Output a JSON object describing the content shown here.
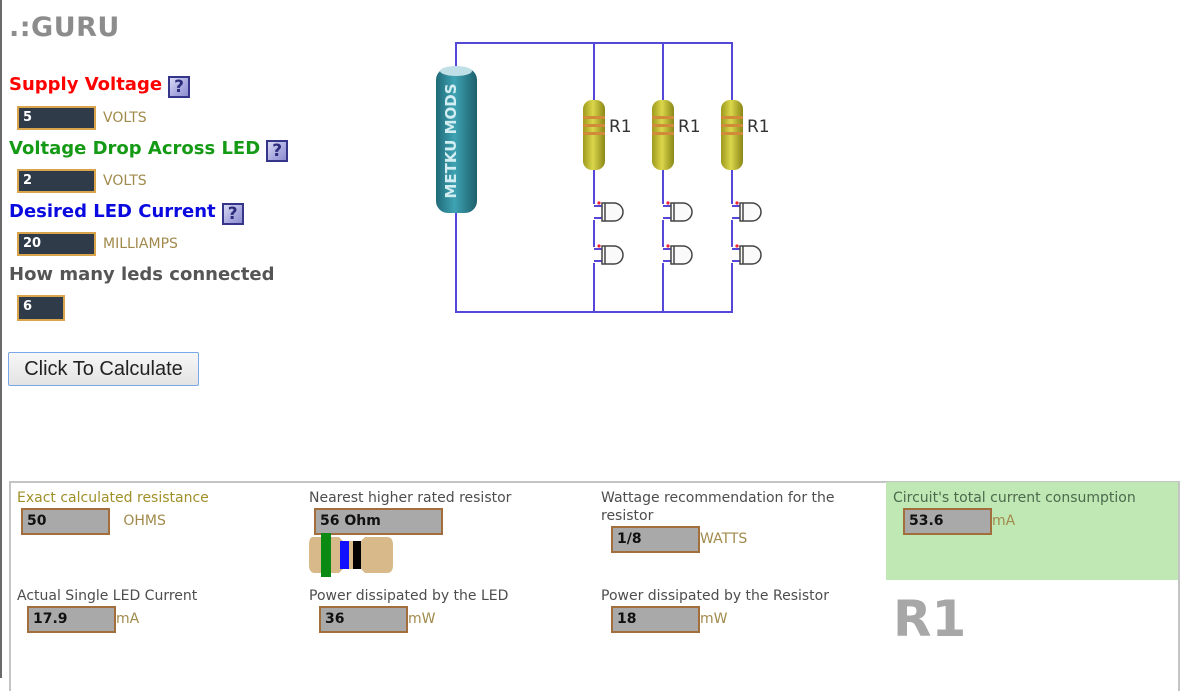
{
  "logo": ".:GURU",
  "inputs": {
    "supply_voltage": {
      "label": "Supply Voltage",
      "value": "5",
      "unit": "VOLTS",
      "color": "#ff0000"
    },
    "voltage_drop": {
      "label": "Voltage Drop Across LED",
      "value": "2",
      "unit": "VOLTS",
      "color": "#159a15"
    },
    "led_current": {
      "label": "Desired LED Current",
      "value": "20",
      "unit": "MILLIAMPS",
      "color": "#0a0ae0"
    },
    "led_count": {
      "label": "How many leds connected",
      "value": "6",
      "color": "#555555"
    }
  },
  "help_glyph": "?",
  "calculate_button": "Click To Calculate",
  "circuit": {
    "battery_text": "METKU MODS",
    "resistor_label": "R1",
    "branches": 3,
    "leds_per_branch": 2
  },
  "results": {
    "exact_resistance": {
      "label": "Exact calculated resistance",
      "value": "50",
      "unit": "OHMS"
    },
    "nearest_resistor": {
      "label": "Nearest higher rated resistor",
      "value": "56 Ohm",
      "bands": [
        "#0a8a12",
        "#1010ff",
        "#000000"
      ]
    },
    "wattage": {
      "label": "Wattage recommendation for the resistor",
      "value": "1/8",
      "unit": "WATTS"
    },
    "total_current": {
      "label": "Circuit's total current consumption",
      "value": "53.6",
      "unit": "mA"
    },
    "single_led_current": {
      "label": "Actual Single LED Current",
      "value": "17.9",
      "unit": "mA"
    },
    "led_power": {
      "label": "Power dissipated by the LED",
      "value": "36",
      "unit": "mW"
    },
    "resistor_power": {
      "label": "Power dissipated by the Resistor",
      "value": "18",
      "unit": "mW"
    },
    "resistor_name": "R1"
  }
}
